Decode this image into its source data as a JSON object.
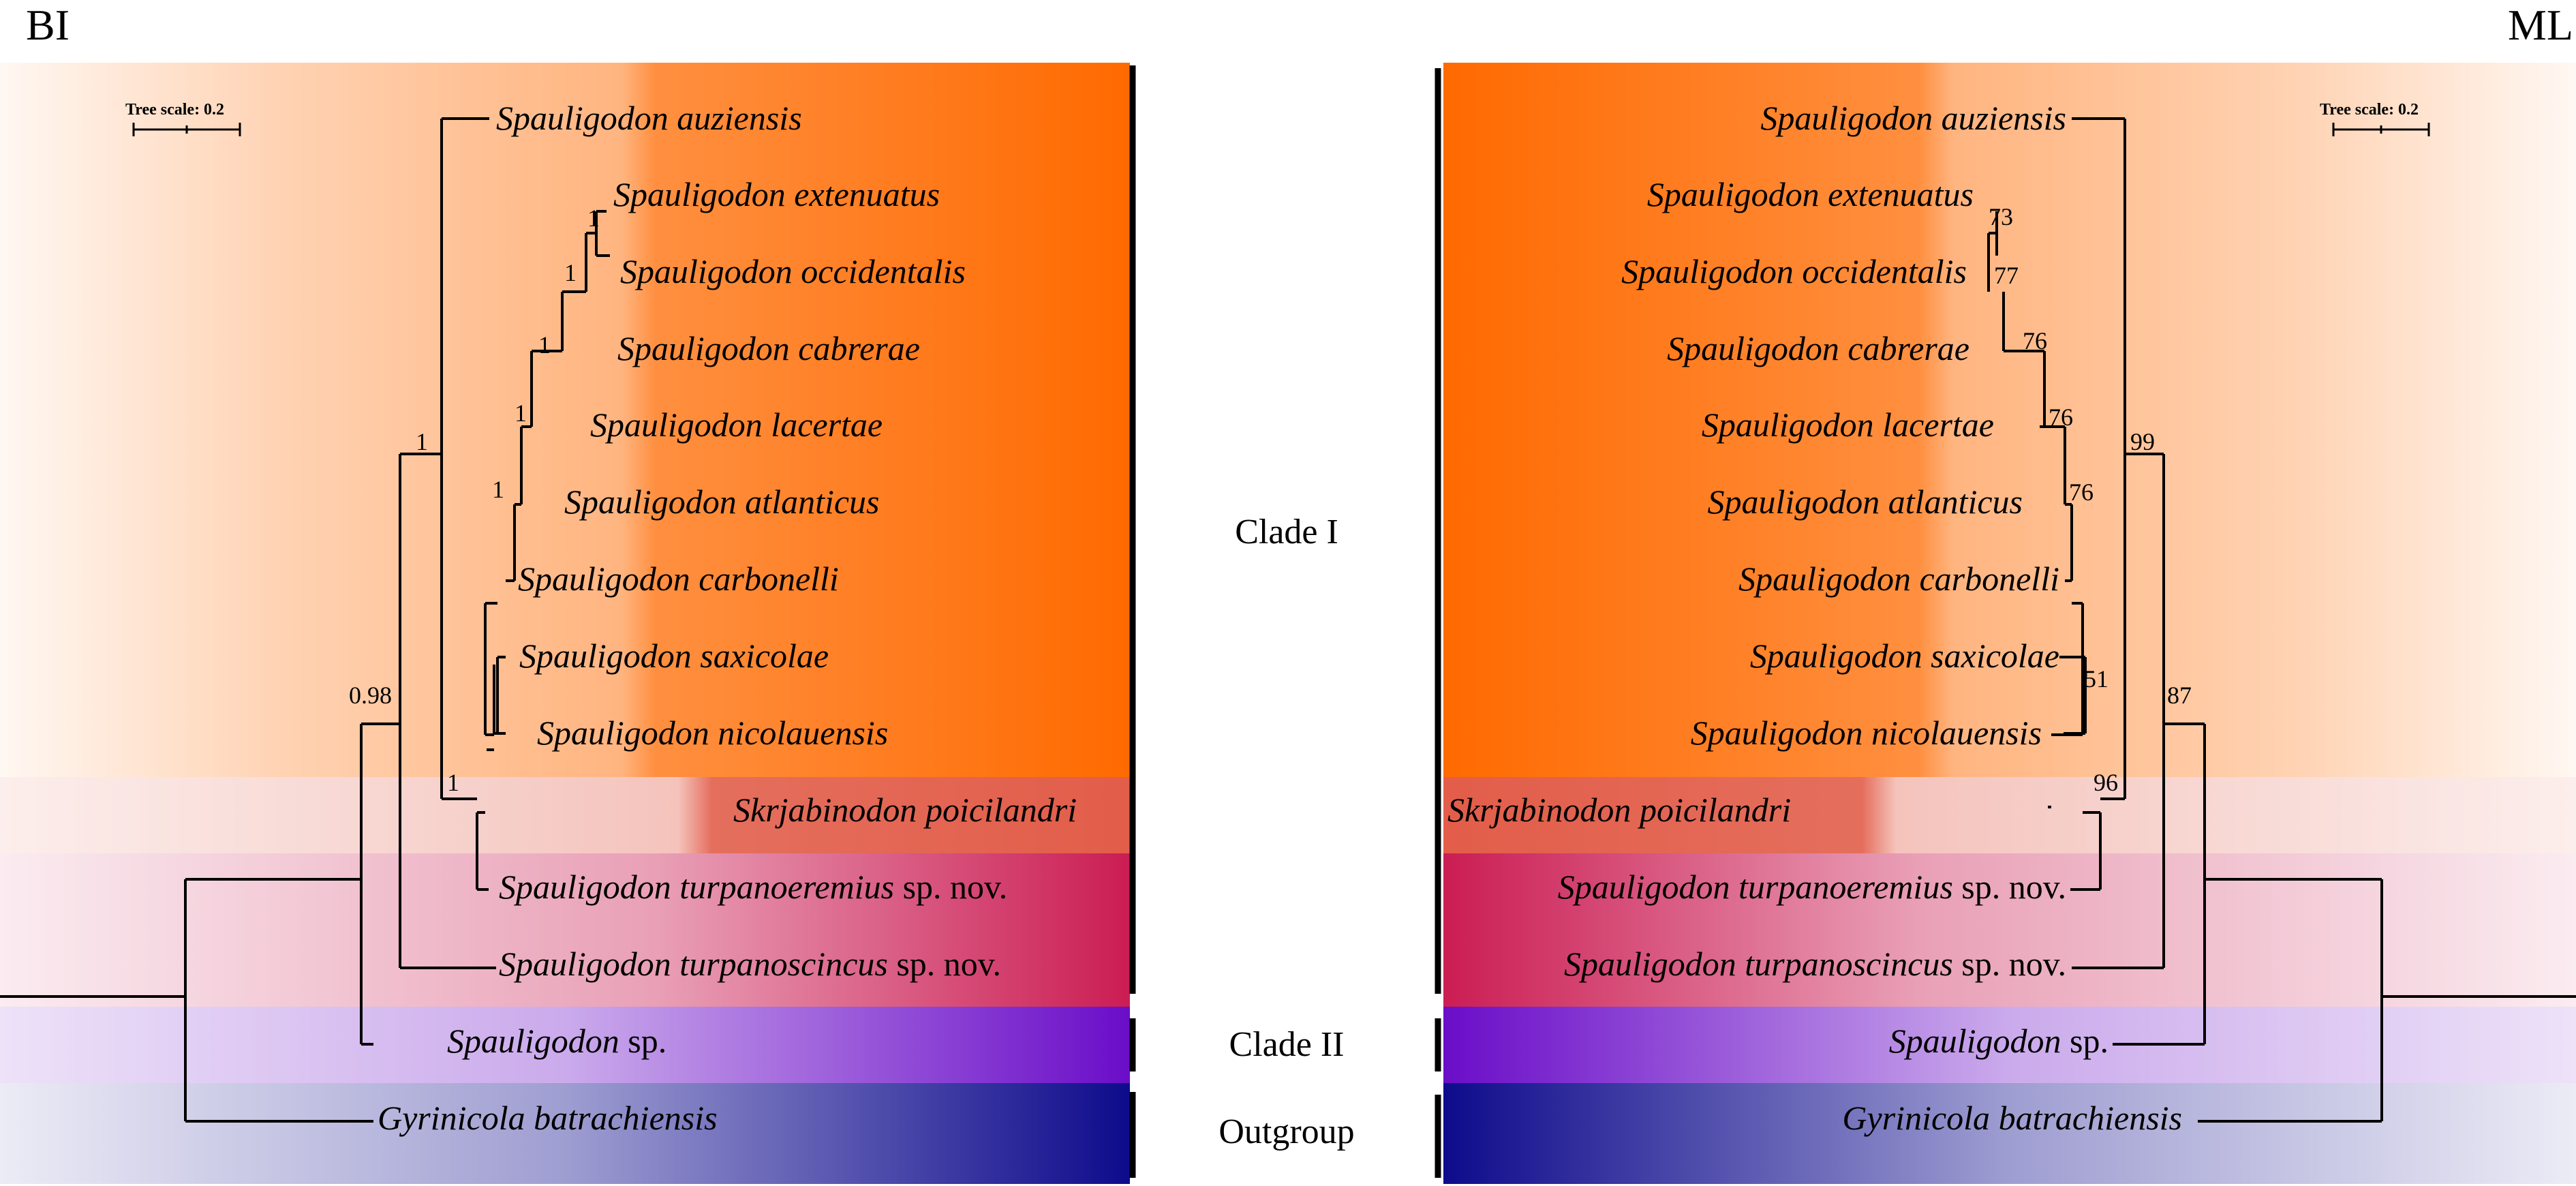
{
  "panels": {
    "left_label": "BI",
    "right_label": "ML"
  },
  "scale_label": "Tree scale: 0.2",
  "taxa": [
    {
      "genus": "Spauligodon",
      "epithet": "auziensis",
      "suffix": ""
    },
    {
      "genus": "Spauligodon",
      "epithet": "extenuatus",
      "suffix": ""
    },
    {
      "genus": "Spauligodon",
      "epithet": "occidentalis",
      "suffix": ""
    },
    {
      "genus": "Spauligodon",
      "epithet": "cabrerae",
      "suffix": ""
    },
    {
      "genus": "Spauligodon",
      "epithet": "lacertae",
      "suffix": ""
    },
    {
      "genus": "Spauligodon",
      "epithet": "atlanticus",
      "suffix": ""
    },
    {
      "genus": "Spauligodon",
      "epithet": "carbonelli",
      "suffix": ""
    },
    {
      "genus": "Spauligodon",
      "epithet": "saxicolae",
      "suffix": ""
    },
    {
      "genus": "Spauligodon",
      "epithet": "nicolauensis",
      "suffix": ""
    },
    {
      "genus": "Skrjabinodon",
      "epithet": "poicilandri",
      "suffix": ""
    },
    {
      "genus": "Spauligodon",
      "epithet": "turpanoeremius",
      "suffix": "sp. nov."
    },
    {
      "genus": "Spauligodon",
      "epithet": "turpanoscincus",
      "suffix": "sp. nov."
    },
    {
      "genus": "Spauligodon",
      "epithet": "",
      "suffix": "sp."
    },
    {
      "genus": "Gyrinicola",
      "epithet": "batrachiensis",
      "suffix": ""
    }
  ],
  "clades": {
    "clade_1": "Clade I",
    "clade_2": "Clade II",
    "outgroup": "Outgroup"
  },
  "bi_support": {
    "ext_occ": "1",
    "ext_occ_cab": "1",
    "to_lacertae": "1",
    "to_atlanticus": "1",
    "to_carbonelli": "1",
    "with_auziensis": "1",
    "root_ingroup": "0.98",
    "with_skrjabinodon": "1"
  },
  "ml_support": {
    "ext_occ": "73",
    "ext_occ_cab": "77",
    "to_lacertae": "76",
    "to_atlanticus": "76",
    "to_carbonelli": "76",
    "sax_nic": "51",
    "with_skrjabinodon": "96",
    "with_auziensis": "99",
    "root_ingroup": "87"
  },
  "colors": {
    "clade_1": "#ff6a00",
    "skrjabinodon": "#e05540",
    "turpan": "#c8114a",
    "clade_2": "#6a0dc8",
    "outgroup": "#0e0b8c"
  }
}
